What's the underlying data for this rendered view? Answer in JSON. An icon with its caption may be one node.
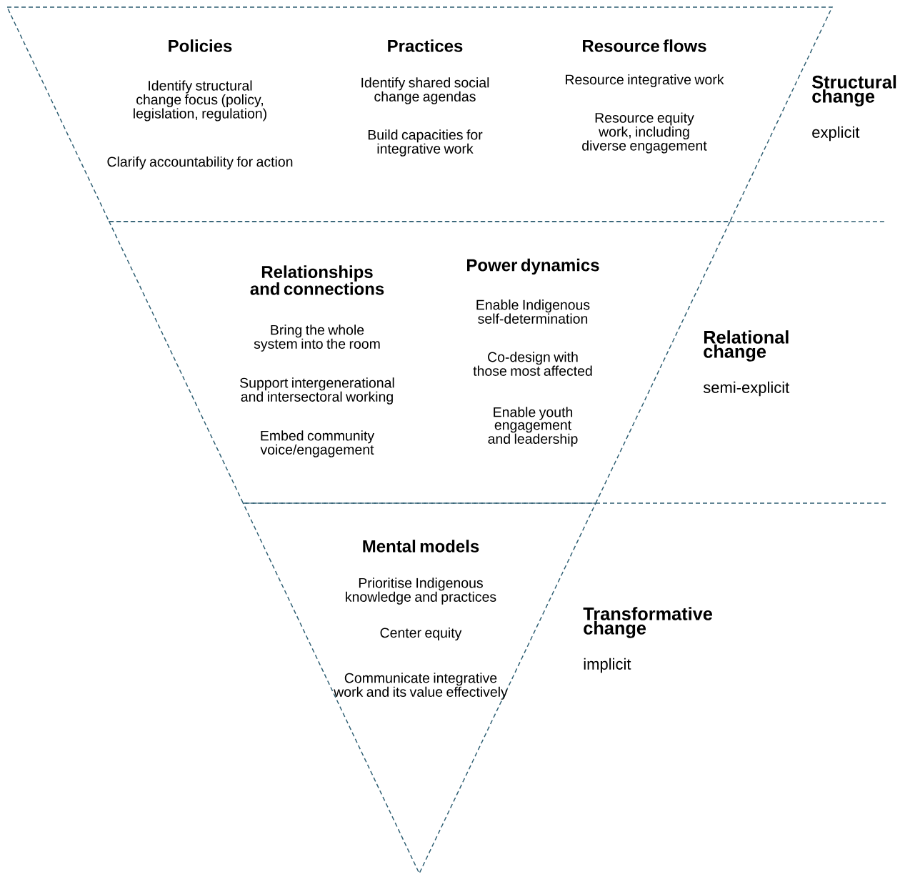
{
  "diagram": {
    "nodes": [
      {
        "text": [
          "Policies",
          "Identify structural change focus (policy, legislation, regulation)",
          "Clarify accountability for action",
          "Practices",
          "Identify shared social change agendas",
          "Build capacities for integrative work",
          "Resource flows",
          "Resource integrative work",
          "Resource equity work, including diverse engagement"
        ],
        "beside": [
          "Structural change",
          "explicit"
        ]
      },
      {
        "text": [
          "Relationships and connections",
          "Bring the whole system into the room",
          "Support intergenerational and intersectoral working",
          "Embed community voice/engagement",
          "Power dynamics",
          "Enable Indigenous self-determination",
          "Co-design with those most affected",
          "Enable youth engagement and leadership"
        ],
        "beside": [
          "Relational change",
          "semi-explicit"
        ]
      },
      {
        "text": [
          "Mental models",
          "Prioritise Indigenous knowledge and practices",
          "Center equity",
          "Communicate integrative work and its value effectively"
        ],
        "beside": [
          "Transformative change",
          "implicit"
        ]
      }
    ]
  }
}
